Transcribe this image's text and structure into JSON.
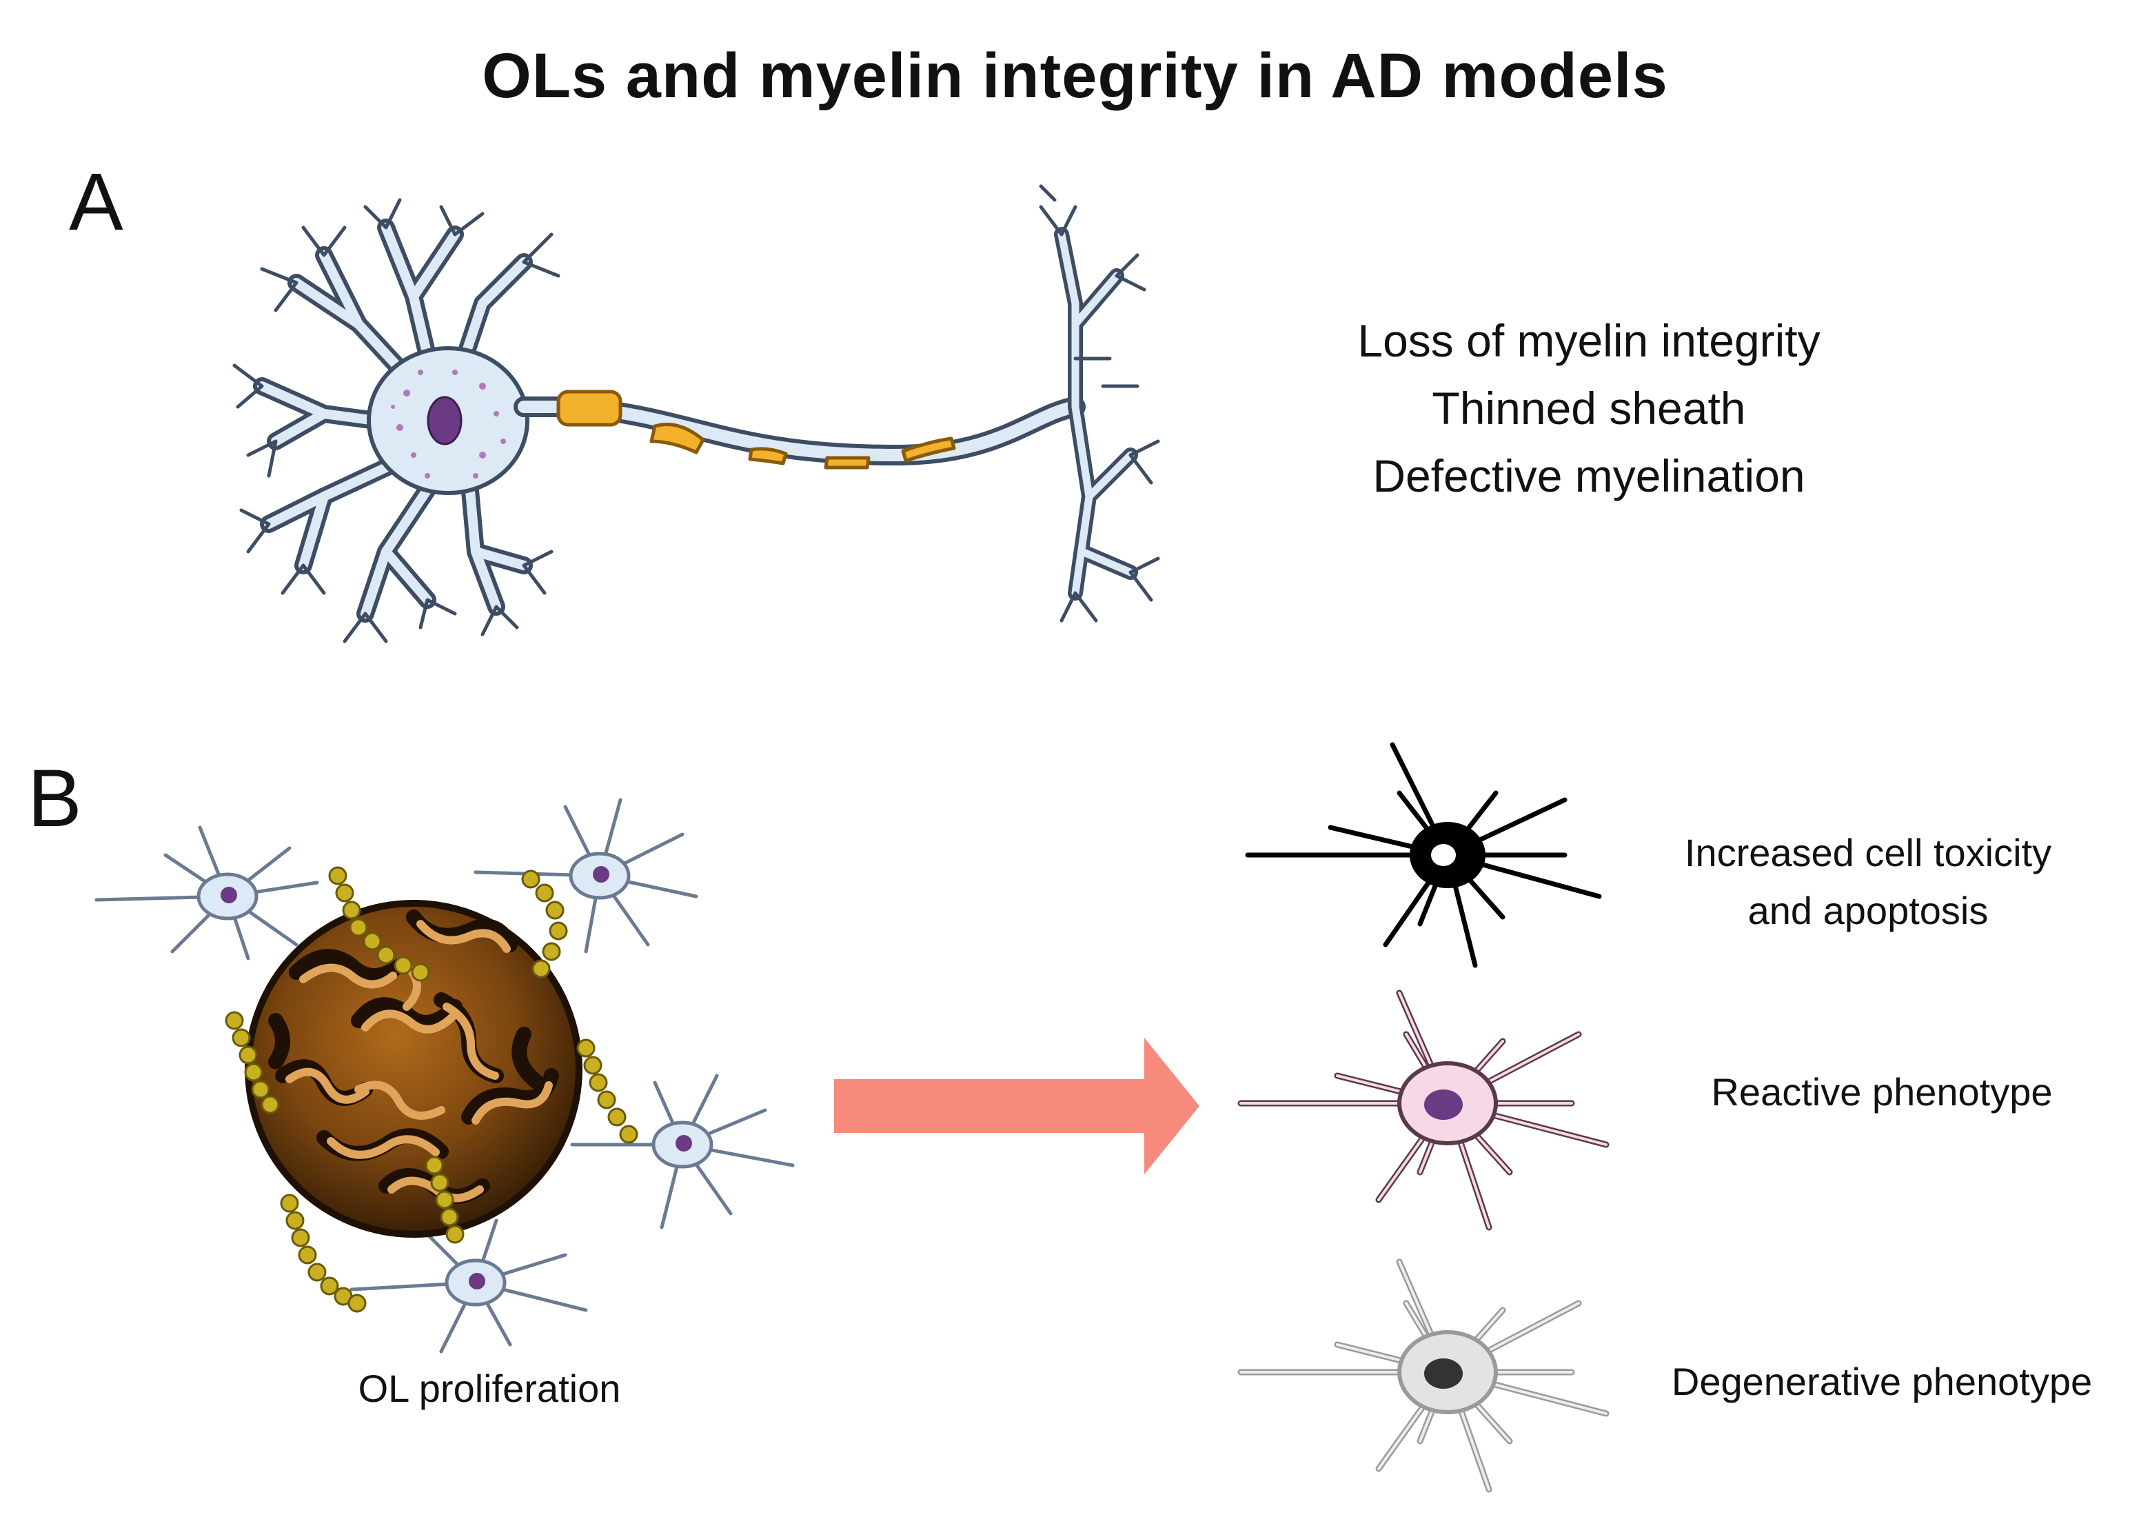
{
  "title": "OLs and myelin integrity in AD models",
  "panel_a": {
    "label": "A",
    "findings": [
      "Loss of myelin integrity",
      "Thinned sheath",
      "Defective myelination"
    ]
  },
  "panel_b": {
    "label": "B",
    "left_caption": "OL proliferation",
    "outcomes": [
      {
        "label_lines": [
          "Increased cell toxicity",
          "and apoptosis"
        ],
        "cell_color": "#000000",
        "nucleus_color": "#ffffff"
      },
      {
        "label_lines": [
          "Reactive phenotype"
        ],
        "cell_color": "#f6d8e6",
        "nucleus_color": "#6b3a85"
      },
      {
        "label_lines": [
          "Degenerative phenotype"
        ],
        "cell_color": "#e3e3e3",
        "nucleus_color": "#333333"
      }
    ]
  },
  "colors": {
    "neuron_fill": "#dde9f5",
    "neuron_stroke": "#3d4d63",
    "myelin": "#f2b22b",
    "plaque_dark": "#4a2a08",
    "plaque_light": "#c98a3a",
    "amyloid": "#c8b020",
    "arrow": "#f68a7c",
    "nucleus": "#6b3a85"
  }
}
